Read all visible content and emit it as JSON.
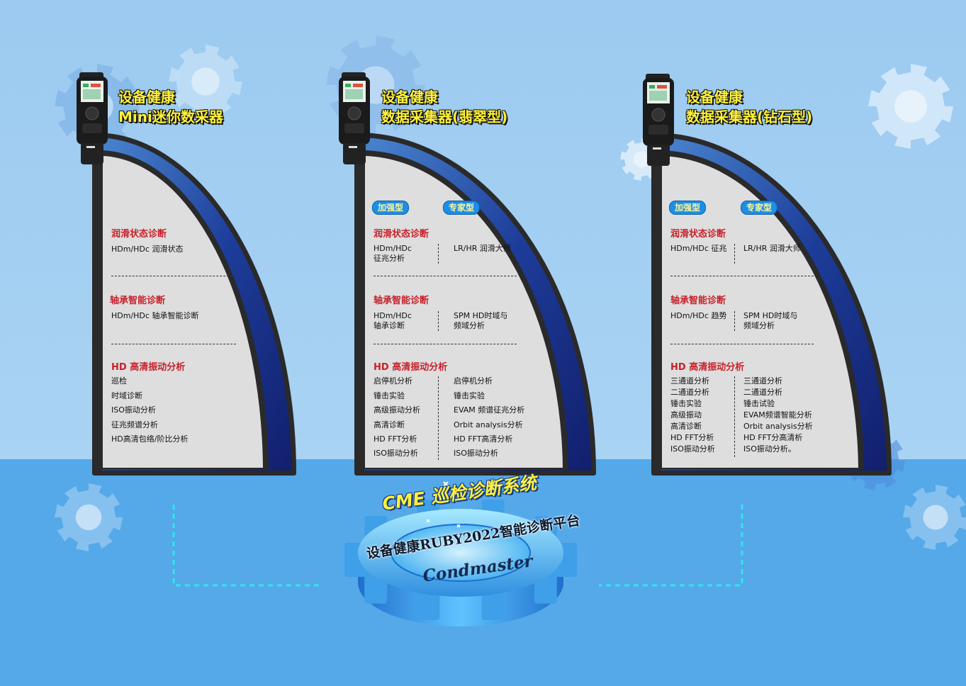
{
  "colors": {
    "sky_top": "#a7d0f2",
    "sky_bottom": "#57a9ea",
    "panel_fill": "#dedede",
    "arc_blue_dark": "#15257a",
    "arc_blue_light": "#3d79c8",
    "section_red": "#c8202a",
    "title_yellow": "#fff13a",
    "badge_blue": "#1c8fe6",
    "connector_cyan": "#2ee6ef"
  },
  "panels": [
    {
      "title_line1": "设备健康",
      "title_line2": "Mini迷你数采器",
      "lubrication": {
        "label": "润滑状态诊断",
        "left": [
          "HDm/HDc 润滑状态"
        ]
      },
      "bearing": {
        "label": "轴承智能诊断",
        "left": [
          "HDm/HDc 轴承智能诊断"
        ]
      },
      "vibration": {
        "label": "HD 高清振动分析",
        "left": [
          "巡检",
          "时域诊断",
          "ISO振动分析",
          "征兆频谱分析",
          "HD高清包络/阶比分析"
        ]
      }
    },
    {
      "title_line1": "设备健康",
      "title_line2": "数据采集器(翡翠型)",
      "badge_left": "加强型",
      "badge_right": "专家型",
      "lubrication": {
        "label": "润滑状态诊断",
        "left": [
          "HDm/HDc",
          "征兆分析"
        ],
        "right": [
          "LR/HR 润滑大师"
        ]
      },
      "bearing": {
        "label": "轴承智能诊断",
        "left": [
          "HDm/HDc",
          " 轴承诊断"
        ],
        "right": [
          "SPM HD时域与",
          "频域分析"
        ]
      },
      "vibration": {
        "label": "HD 高清振动分析",
        "left": [
          "启停机分析",
          "锤击实验",
          "高级振动分析",
          "高清诊断",
          "HD FFT分析",
          "ISO振动分析"
        ],
        "right": [
          "启停机分析",
          "锤击实验",
          "EVAM 频谱征兆分析",
          "Orbit analysis分析",
          "HD FFT高清分析",
          "ISO振动分析"
        ]
      }
    },
    {
      "title_line1": "设备健康",
      "title_line2": "数据采集器(钻石型)",
      "badge_left": "加强型",
      "badge_right": "专家型",
      "lubrication": {
        "label": "润滑状态诊断",
        "left": [
          "HDm/HDc 征兆"
        ],
        "right": [
          "LR/HR 润滑大师"
        ]
      },
      "bearing": {
        "label": "轴承智能诊断",
        "left": [
          "HDm/HDc 趋势"
        ],
        "right": [
          "SPM HD时域与",
          "频域分析"
        ]
      },
      "vibration": {
        "label": "HD 高清振动分析",
        "left": [
          "三通道分析",
          "二通道分析",
          "锤击实验",
          "高级振动",
          "高清诊断",
          "HD FFT分析",
          "ISO振动分析"
        ],
        "right": [
          "三通道分析",
          "二通道分析",
          "锤击试验",
          "EVAM频谱智能分析",
          "Orbit analysis分析",
          "HD FFT分高清析",
          "ISO振动分析。"
        ]
      }
    }
  ],
  "platform": {
    "headline": "CME 巡检诊断系统",
    "subtitle": "设备健康RUBY2022智能诊断平台",
    "brand": "Condmaster"
  },
  "icons": [
    "gear-icon",
    "handheld-device-icon",
    "sparkle-icon"
  ]
}
